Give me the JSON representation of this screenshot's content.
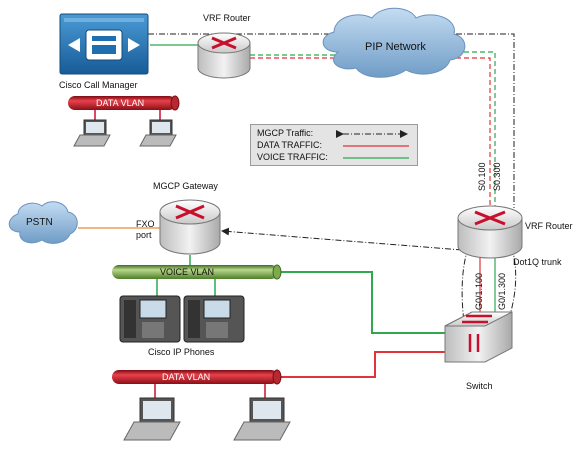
{
  "devices": {
    "top_router": "VRF Router",
    "call_manager": "Cisco Call Manager",
    "pip_network": "PIP Network",
    "mgcp_gateway": "MGCP Gateway",
    "pstn": "PSTN",
    "fxo_port": "FXO\nport",
    "right_router": "VRF Router",
    "dot1q": "Dot1Q trunk",
    "switch": "Switch",
    "ip_phones": "Cisco IP Phones"
  },
  "vlans": {
    "data_top": "DATA VLAN",
    "voice": "VOICE VLAN",
    "data_bottom": "DATA VLAN"
  },
  "interfaces": {
    "s0_100": "S0.100",
    "s0_300": "S0.300",
    "g01_100": "G0/1.100",
    "g01_300": "G0/1.300"
  },
  "legend": {
    "mgcp": "MGCP Traffic:",
    "data": "DATA TRAFFIC:",
    "voice": "VOICE TRAFFIC:"
  },
  "colors": {
    "data": "#e0343a",
    "voice": "#2fa84f",
    "mgcp": "#222222",
    "pstn_link": "#e88a3a",
    "vlan_data": "#c8102e",
    "vlan_voice": "#6a9a3a",
    "device_blue": "#1f6fb0",
    "cloud": "#7fa9cf"
  }
}
